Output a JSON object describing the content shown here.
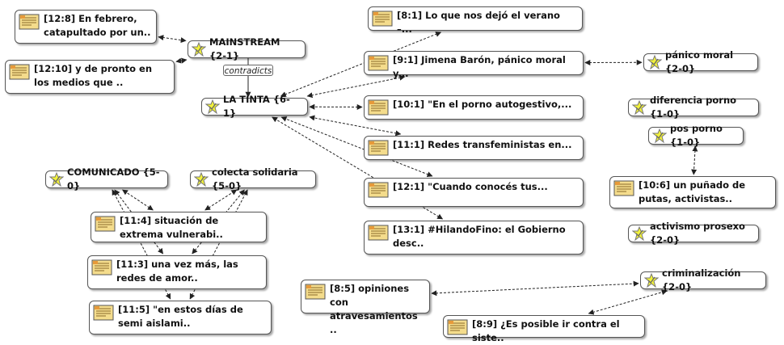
{
  "colors": {
    "node_border": "#555555",
    "edge": "#222222",
    "quote_icon_fill": "#f4dc8c",
    "code_icon_fill": "#f2f23a"
  },
  "icons": {
    "quotation": "quotation-icon",
    "code": "code-icon"
  },
  "relation_label": "contradicts",
  "nodes": [
    {
      "id": "q12_8",
      "type": "quotation",
      "text": "[12:8] En febrero, catapultado por un.."
    },
    {
      "id": "q12_10",
      "type": "quotation",
      "text": "[12:10] y de pronto en los medios que .."
    },
    {
      "id": "mainstream",
      "type": "code",
      "text": "MAINSTREAM {2-1}"
    },
    {
      "id": "latinta",
      "type": "code",
      "text": "LA TINTA {6-1}"
    },
    {
      "id": "q8_1",
      "type": "quotation",
      "text": "[8:1] Lo que nos dejó el verano –..."
    },
    {
      "id": "q9_1",
      "type": "quotation",
      "text": "[9:1] Jimena Barón, pánico moral y..."
    },
    {
      "id": "panico",
      "type": "code",
      "text": "pánico moral {2-0}"
    },
    {
      "id": "q10_1",
      "type": "quotation",
      "text": "[10:1] \"En el porno autogestivo,..."
    },
    {
      "id": "difporno",
      "type": "code",
      "text": "diferencia porno {1-0}"
    },
    {
      "id": "posporno",
      "type": "code",
      "text": "pos porno {1-0}"
    },
    {
      "id": "q11_1",
      "type": "quotation",
      "text": "[11:1] Redes transfeministas en..."
    },
    {
      "id": "q12_1",
      "type": "quotation",
      "text": "[12:1] \"Cuando conocés tus..."
    },
    {
      "id": "q10_6",
      "type": "quotation",
      "text": "[10:6] un puñado de putas, activistas.."
    },
    {
      "id": "q13_1",
      "type": "quotation",
      "text": "[13:1] #HilandoFino: el Gobierno desc.."
    },
    {
      "id": "activismo",
      "type": "code",
      "text": "activismo prosexo {2-0}"
    },
    {
      "id": "comunicado",
      "type": "code",
      "text": "COMUNICADO {5-0}"
    },
    {
      "id": "colecta",
      "type": "code",
      "text": "colecta solidaria {5-0}"
    },
    {
      "id": "q11_4",
      "type": "quotation",
      "text": "[11:4] situación de extrema vulnerabi.."
    },
    {
      "id": "q11_3",
      "type": "quotation",
      "text": "[11:3] una vez más, las redes de amor.."
    },
    {
      "id": "q11_5",
      "type": "quotation",
      "text": "[11:5] \"en estos días de semi aislami.."
    },
    {
      "id": "q8_5",
      "type": "quotation",
      "text": "[8:5] opiniones con atravesamientos .."
    },
    {
      "id": "criminal",
      "type": "code",
      "text": "criminalización {2-0}"
    },
    {
      "id": "q8_9",
      "type": "quotation",
      "text": "[8:9] ¿Es posible ir contra el siste.."
    }
  ],
  "edges": [
    {
      "from": "q12_8",
      "to": "mainstream",
      "style": "dashed-both"
    },
    {
      "from": "q12_10",
      "to": "mainstream",
      "style": "dashed-both"
    },
    {
      "from": "mainstream",
      "to": "latinta",
      "style": "solid-arrow",
      "label": "contradicts"
    },
    {
      "from": "q8_1",
      "to": "latinta",
      "style": "dashed-both"
    },
    {
      "from": "q9_1",
      "to": "latinta",
      "style": "dashed-both"
    },
    {
      "from": "q9_1",
      "to": "panico",
      "style": "dashed-both"
    },
    {
      "from": "q10_1",
      "to": "latinta",
      "style": "dashed-both"
    },
    {
      "from": "q11_1",
      "to": "latinta",
      "style": "dashed-both"
    },
    {
      "from": "q12_1",
      "to": "latinta",
      "style": "dashed-both"
    },
    {
      "from": "q13_1",
      "to": "latinta",
      "style": "dashed-both"
    },
    {
      "from": "posporno",
      "to": "q10_6",
      "style": "dashed-both"
    },
    {
      "from": "q11_4",
      "to": "comunicado",
      "style": "dashed-both"
    },
    {
      "from": "q11_4",
      "to": "colecta",
      "style": "dashed-both"
    },
    {
      "from": "q11_3",
      "to": "comunicado",
      "style": "dashed-both"
    },
    {
      "from": "q11_3",
      "to": "colecta",
      "style": "dashed-both"
    },
    {
      "from": "q11_5",
      "to": "comunicado",
      "style": "dashed-both"
    },
    {
      "from": "q11_5",
      "to": "colecta",
      "style": "dashed-both"
    },
    {
      "from": "q8_5",
      "to": "criminal",
      "style": "dashed-both"
    },
    {
      "from": "q8_9",
      "to": "criminal",
      "style": "dashed-both"
    }
  ]
}
